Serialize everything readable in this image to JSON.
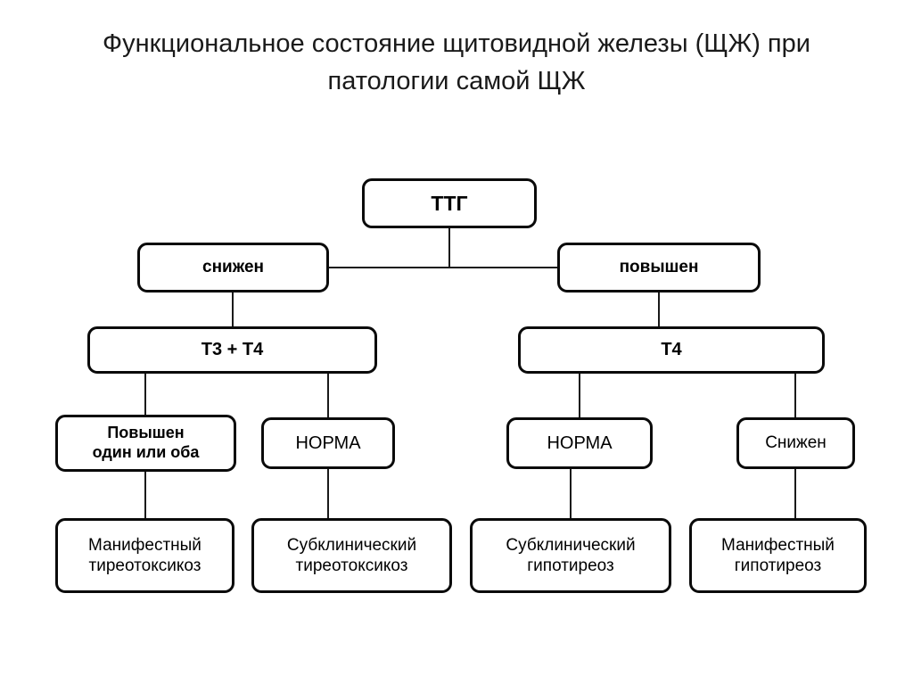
{
  "title": "Функциональное состояние щитовидной железы (ЩЖ) при патологии самой ЩЖ",
  "colors": {
    "background": "#ffffff",
    "node_border": "#0a0a0a",
    "node_fill": "#ffffff",
    "connector": "#1a1a1a",
    "text": "#000000"
  },
  "diagram": {
    "type": "flowchart",
    "orientation": "top-down",
    "rows": [
      {
        "level": 1,
        "nodes": [
          {
            "id": "ttg",
            "label": "ТТГ",
            "bold": true
          }
        ]
      },
      {
        "level": 2,
        "nodes": [
          {
            "id": "low-tsh",
            "label": "снижен",
            "bold": true
          },
          {
            "id": "high-tsh",
            "label": "повышен",
            "bold": true
          }
        ]
      },
      {
        "level": 3,
        "nodes": [
          {
            "id": "t3t4",
            "label": "Т3 + Т4",
            "bold": true
          },
          {
            "id": "t4",
            "label": "Т4",
            "bold": true
          }
        ]
      },
      {
        "level": 4,
        "nodes": [
          {
            "id": "elev-one",
            "label": "Повышен\nодин или оба",
            "bold": true
          },
          {
            "id": "norm-left",
            "label": "НОРМА",
            "bold": false
          },
          {
            "id": "norm-right",
            "label": "НОРМА",
            "bold": false
          },
          {
            "id": "low-t4",
            "label": "Снижен",
            "bold": false
          }
        ]
      },
      {
        "level": 5,
        "nodes": [
          {
            "id": "manifest-thyro",
            "label": "Манифестный\nтиреотоксикоз",
            "bold": false
          },
          {
            "id": "subclin-thyro",
            "label": "Субклинический\nтиреотоксикоз",
            "bold": false
          },
          {
            "id": "subclin-hypo",
            "label": "Субклинический\nгипотиреоз",
            "bold": false
          },
          {
            "id": "manifest-hypo",
            "label": "Манифестный\nгипотиреоз",
            "bold": false
          }
        ]
      }
    ],
    "edges": [
      {
        "from": "ttg",
        "to": "low-tsh"
      },
      {
        "from": "ttg",
        "to": "high-tsh"
      },
      {
        "from": "low-tsh",
        "to": "t3t4"
      },
      {
        "from": "high-tsh",
        "to": "t4"
      },
      {
        "from": "t3t4",
        "to": "elev-one"
      },
      {
        "from": "t3t4",
        "to": "norm-left"
      },
      {
        "from": "t4",
        "to": "norm-right"
      },
      {
        "from": "t4",
        "to": "low-t4"
      },
      {
        "from": "elev-one",
        "to": "manifest-thyro"
      },
      {
        "from": "norm-left",
        "to": "subclin-thyro"
      },
      {
        "from": "norm-right",
        "to": "subclin-hypo"
      },
      {
        "from": "low-t4",
        "to": "manifest-hypo"
      }
    ]
  }
}
